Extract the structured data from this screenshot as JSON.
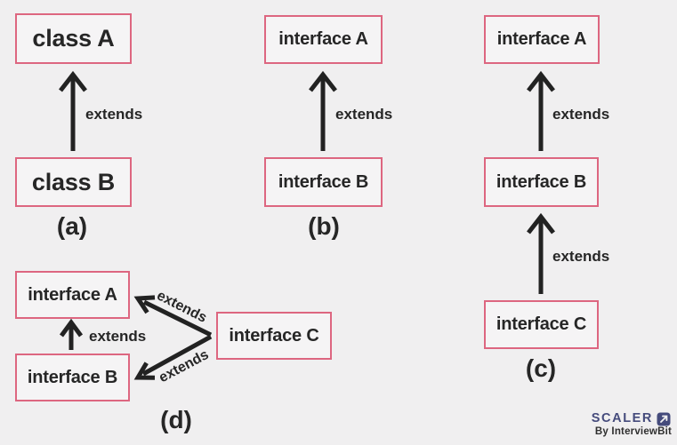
{
  "panels": {
    "a": {
      "caption": "(a)",
      "top": "class A",
      "bottom": "class B",
      "edge": "extends"
    },
    "b": {
      "caption": "(b)",
      "top": "interface A",
      "bottom": "interface B",
      "edge": "extends"
    },
    "c": {
      "caption": "(c)",
      "top": "interface A",
      "middle": "interface B",
      "bottom": "interface C",
      "edge_top": "extends",
      "edge_bottom": "extends"
    },
    "d": {
      "caption": "(d)",
      "node_a": "interface A",
      "node_b": "interface B",
      "node_c": "interface C",
      "edge_b_to_a": "extends",
      "edge_c_to_a": "extends",
      "edge_c_to_b": "extends"
    }
  },
  "branding": {
    "brand": "SCALER",
    "byline": "By InterviewBit"
  },
  "colors": {
    "background": "#f0eff0",
    "box_fill": "#f5f4f5",
    "box_border": "#dd6680",
    "text": "#262626",
    "arrow": "#222222",
    "brand": "#454b7c",
    "byline_color": "#2f2f2f"
  }
}
